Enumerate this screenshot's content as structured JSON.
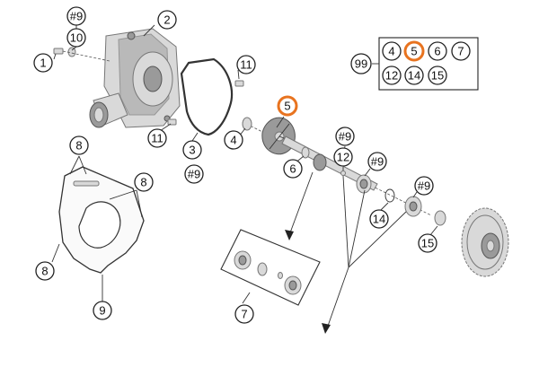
{
  "diagram": {
    "callouts": [
      {
        "id": "c-hash9-top",
        "text": "#9",
        "highlight": false
      },
      {
        "id": "c-10",
        "text": "10",
        "highlight": false
      },
      {
        "id": "c-2",
        "text": "2",
        "highlight": false
      },
      {
        "id": "c-1",
        "text": "1",
        "highlight": false
      },
      {
        "id": "c-11-top",
        "text": "11",
        "highlight": false
      },
      {
        "id": "c-5",
        "text": "5",
        "highlight": true
      },
      {
        "id": "c-11-low",
        "text": "11",
        "highlight": false
      },
      {
        "id": "c-4",
        "text": "4",
        "highlight": false
      },
      {
        "id": "c-3",
        "text": "3",
        "highlight": false
      },
      {
        "id": "c-hash9-left",
        "text": "#9",
        "highlight": false
      },
      {
        "id": "c-8-top",
        "text": "8",
        "highlight": false
      },
      {
        "id": "c-8-right",
        "text": "8",
        "highlight": false
      },
      {
        "id": "c-8-left",
        "text": "8",
        "highlight": false
      },
      {
        "id": "c-9",
        "text": "9",
        "highlight": false
      },
      {
        "id": "c-6",
        "text": "6",
        "highlight": false
      },
      {
        "id": "c-hash9-mid",
        "text": "#9",
        "highlight": false
      },
      {
        "id": "c-12",
        "text": "12",
        "highlight": false
      },
      {
        "id": "c-hash9-bearing",
        "text": "#9",
        "highlight": false
      },
      {
        "id": "c-hash9-right",
        "text": "#9",
        "highlight": false
      },
      {
        "id": "c-14",
        "text": "14",
        "highlight": false
      },
      {
        "id": "c-15",
        "text": "15",
        "highlight": false
      },
      {
        "id": "c-7",
        "text": "7",
        "highlight": false
      }
    ],
    "legend": {
      "label": "99",
      "items": [
        {
          "text": "4",
          "highlight": false
        },
        {
          "text": "5",
          "highlight": true
        },
        {
          "text": "6",
          "highlight": false
        },
        {
          "text": "7",
          "highlight": false
        },
        {
          "text": "12",
          "highlight": false
        },
        {
          "text": "14",
          "highlight": false
        },
        {
          "text": "15",
          "highlight": false
        }
      ]
    },
    "colors": {
      "highlight": "#e8731f",
      "line": "#222222"
    }
  }
}
